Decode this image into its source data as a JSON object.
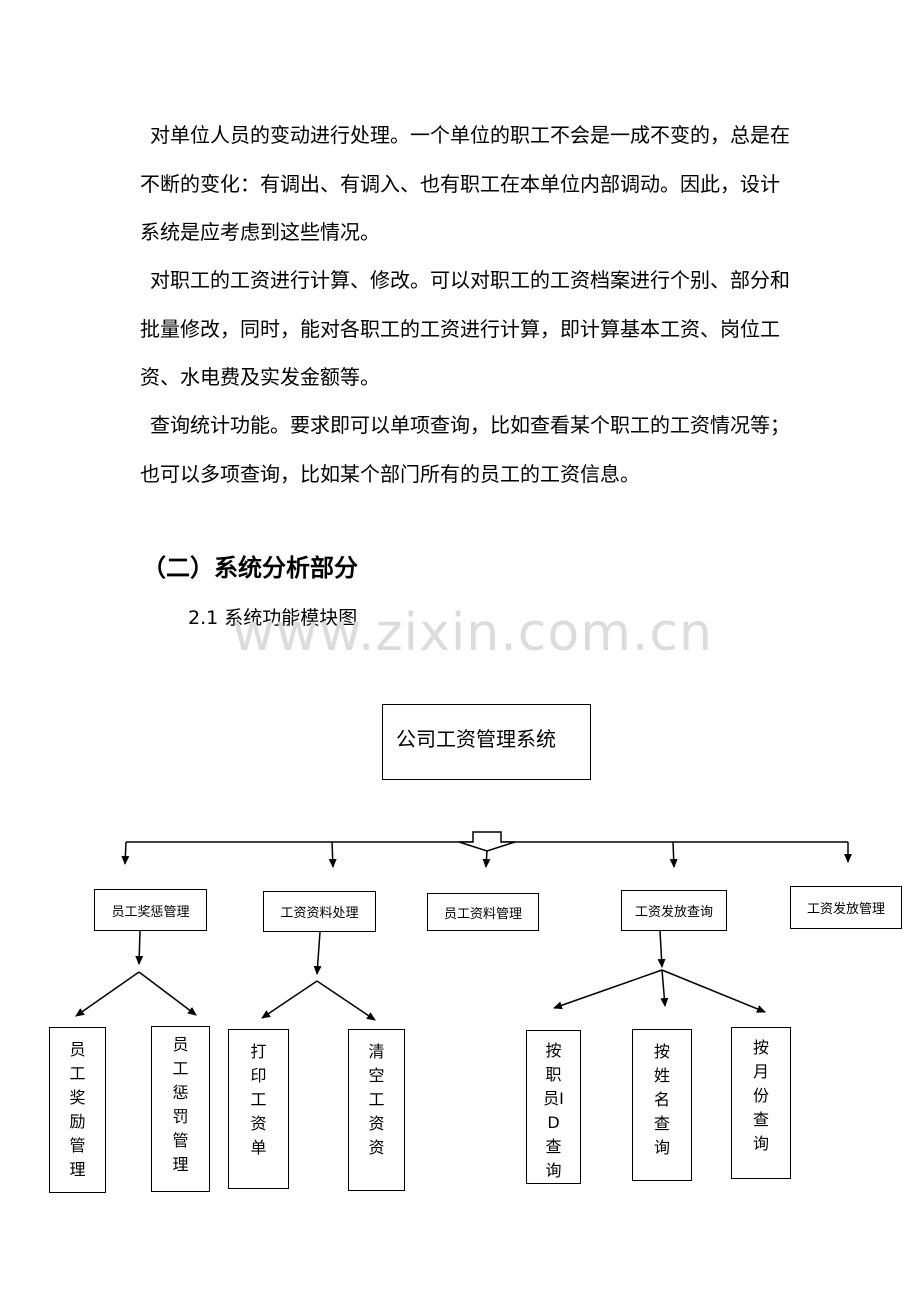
{
  "paragraphs": {
    "p1": "对单位人员的变动进行处理。一个单位的职工不会是一成不变的，总是在不断的变化：有调出、有调入、也有职工在本单位内部调动。因此，设计系统是应考虑到这些情况。",
    "p2": "对职工的工资进行计算、修改。可以对职工的工资档案进行个别、部分和批量修改，同时，能对各职工的工资进行计算，即计算基本工资、岗位工资、水电费及实发金额等。",
    "p3": "查询统计功能。要求即可以单项查询，比如查看某个职工的工资情况等；也可以多项查询，比如某个部门所有的员工的工资信息。"
  },
  "section": {
    "heading": "（二）系统分析部分",
    "subheading": "2.1 系统功能模块图"
  },
  "watermark": "www.zixin.com.cn",
  "diagram": {
    "root": "公司工资管理系统",
    "modules": {
      "reward": "员工奖惩管理",
      "wage_process": "工资资料处理",
      "staff_info": "员工资料管理",
      "pay_query": "工资发放查询",
      "pay_manage": "工资发放管理"
    },
    "leaves": {
      "reward_mgmt": "员工奖励管理",
      "punish_mgmt": "员工惩罚管理",
      "print_slip": "打印工资单",
      "clear_wage": "清空工资资",
      "by_id": "按职员ID查询",
      "by_name": "按姓名查询",
      "by_month": "按月份查询"
    }
  }
}
